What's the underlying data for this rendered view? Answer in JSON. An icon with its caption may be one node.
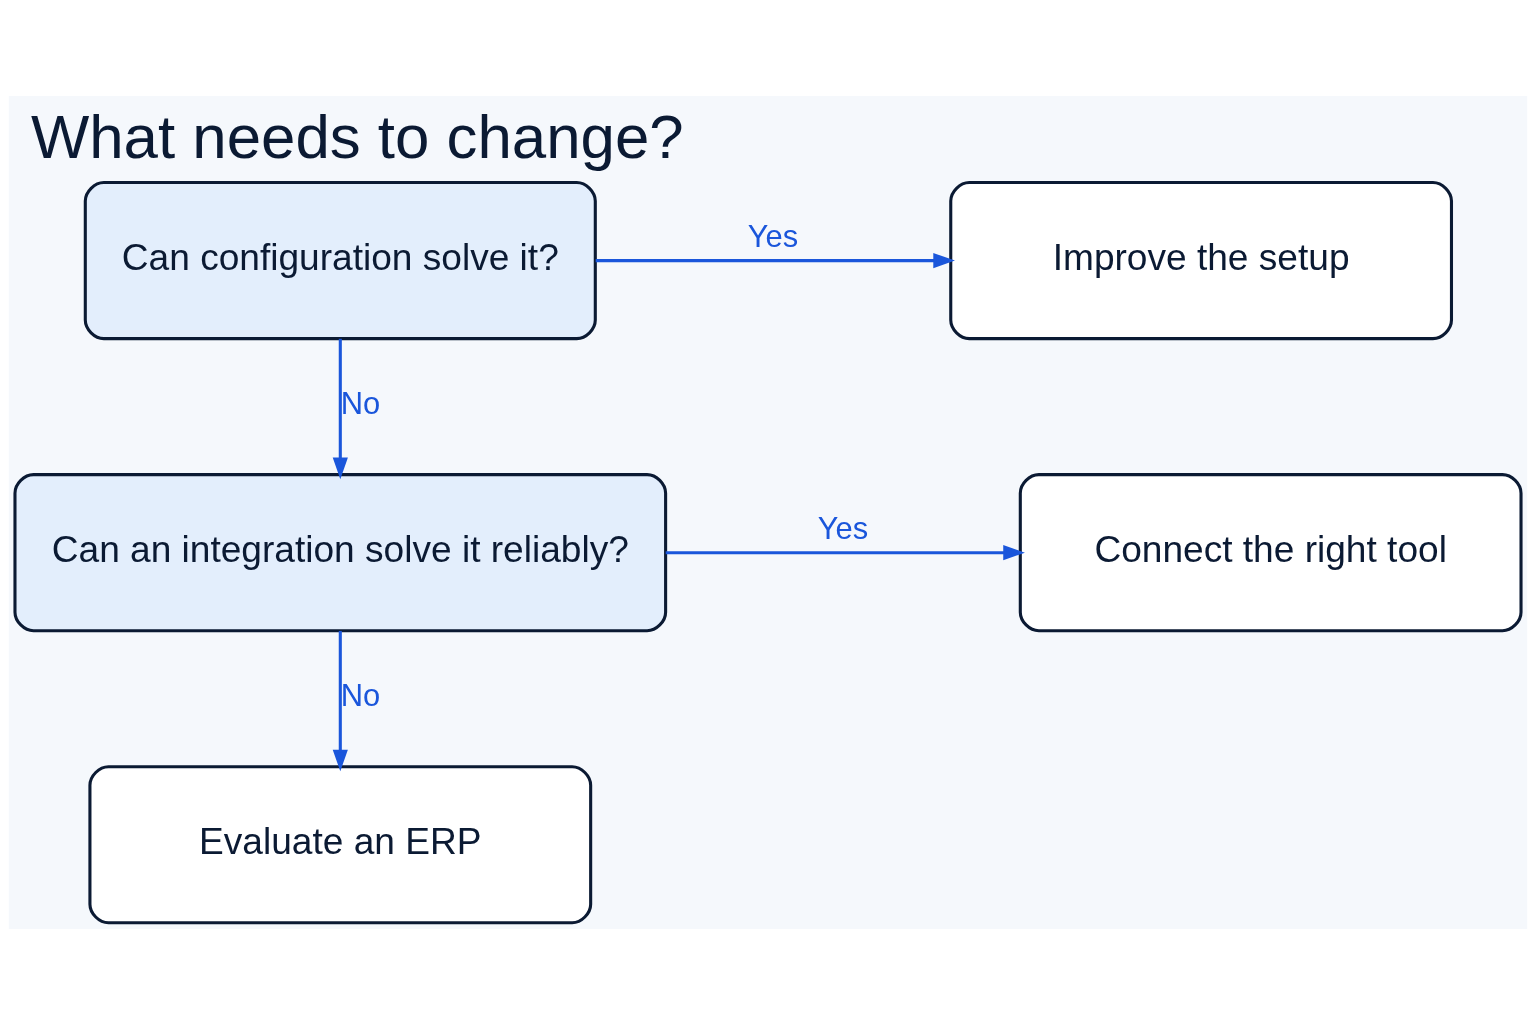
{
  "diagram": {
    "title": "What needs to change?",
    "nodes": [
      {
        "text": [
          "Can configuration solve it?"
        ]
      },
      {
        "text": [
          "Improve the setup"
        ]
      },
      {
        "text": [
          "Can an integration solve it reliably?"
        ]
      },
      {
        "text": [
          "Connect the right tool"
        ]
      },
      {
        "text": [
          "Evaluate an ERP"
        ]
      }
    ],
    "edges": [
      {
        "from": 0,
        "to": 1,
        "arrow": "to",
        "label": "Yes"
      },
      {
        "from": 0,
        "to": 2,
        "arrow": "to",
        "label": "No"
      },
      {
        "from": 2,
        "to": 3,
        "arrow": "to",
        "label": "Yes"
      },
      {
        "from": 2,
        "to": 4,
        "arrow": "to",
        "label": "No"
      }
    ]
  }
}
